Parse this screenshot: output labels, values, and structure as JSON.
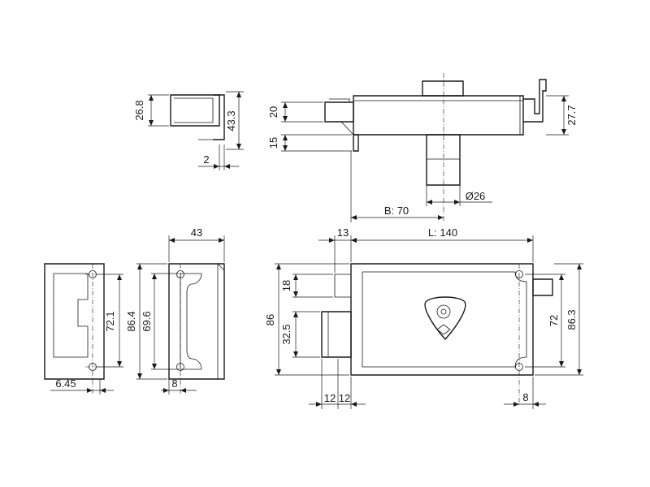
{
  "title": "",
  "dimensions": {
    "top_left_26_8": "26.8",
    "top_left_43_3": "43.3",
    "top_left_2": "2",
    "top_mid_20": "20",
    "top_mid_15": "15",
    "top_right_27_7": "27.7",
    "top_bottom_d26": "Ø26",
    "top_bottom_b70": "B: 70",
    "bottom_mid_43": "43",
    "bottom_13": "13",
    "bottom_l140": "L: 140",
    "bottom_left_72_1": "72.1",
    "bottom_left_6_45": "6.45",
    "bottom_mid_86_4": "86.4",
    "bottom_mid_69_6": "69.6",
    "bottom_mid_8": "8",
    "bottom_right_86": "86",
    "bottom_right_18": "18",
    "bottom_right_32_5": "32.5",
    "bottom_right_12a": "12",
    "bottom_right_12b": "12",
    "bottom_right_72": "72",
    "bottom_right_86_3": "86.3",
    "bottom_right_8": "8"
  }
}
